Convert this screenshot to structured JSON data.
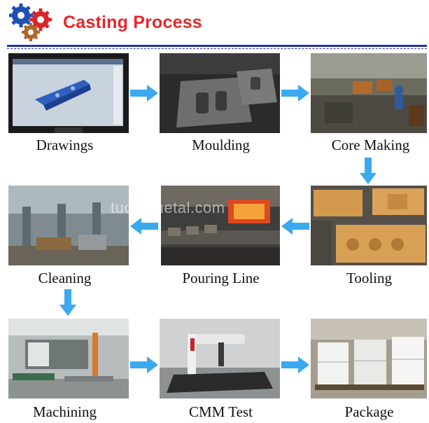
{
  "header": {
    "title": "Casting Process"
  },
  "watermark": "tuopumetal.com",
  "colors": {
    "title": "#e8262b",
    "rule": "#2233a8",
    "arrow": "#3aa9f0"
  },
  "steps": [
    {
      "label": "Drawings",
      "icon": "cad-monitor-photo"
    },
    {
      "label": "Moulding",
      "icon": "sand-mould-photo"
    },
    {
      "label": "Core Making",
      "icon": "workshop-photo"
    },
    {
      "label": "Tooling",
      "icon": "pattern-tooling-photo"
    },
    {
      "label": "Pouring Line",
      "icon": "pouring-line-photo"
    },
    {
      "label": "Cleaning",
      "icon": "cleaning-shop-photo"
    },
    {
      "label": "Machining",
      "icon": "machining-shop-photo"
    },
    {
      "label": "CMM Test",
      "icon": "cmm-machine-photo"
    },
    {
      "label": "Package",
      "icon": "packaged-pallets-photo"
    }
  ]
}
